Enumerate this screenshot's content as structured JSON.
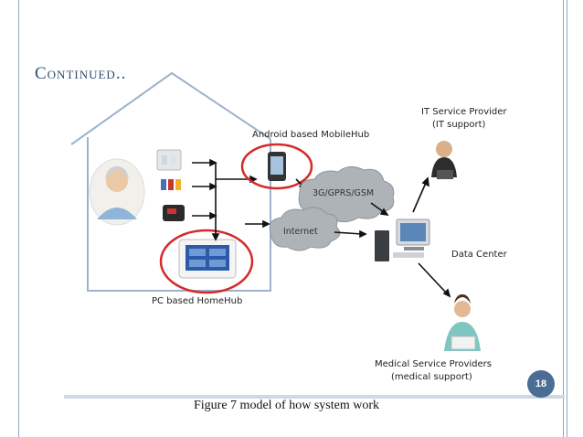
{
  "slide": {
    "title": "Continued..",
    "caption": "Figure 7  model of how system work",
    "page_number": "18"
  },
  "diagram": {
    "labels": {
      "mobile_hub": "Android based MobileHub",
      "it_provider_1": "IT Service Provider",
      "it_provider_2": "(IT support)",
      "network_cloud": "3G/GPRS/GSM",
      "internet_cloud": "Internet",
      "data_center": "Data Center",
      "home_hub": "PC based HomeHub",
      "medical_1": "Medical Service Providers",
      "medical_2": "(medical support)"
    }
  },
  "colors": {
    "accent": "#4b6d95",
    "rules": "#8aa6c4",
    "highlight_ring": "#d42a2a",
    "house_outline": "#9db3cc",
    "cloud": "#aeb3b8"
  }
}
